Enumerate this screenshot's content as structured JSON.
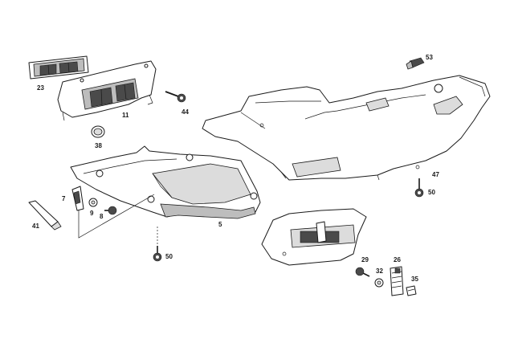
{
  "callouts": {
    "p23": "23",
    "p11": "11",
    "p44": "44",
    "p38": "38",
    "p53": "53",
    "p47": "47",
    "p50a": "50",
    "p7": "7",
    "p9": "9",
    "p8": "8",
    "p41": "41",
    "p5": "5",
    "p50b": "50",
    "p29": "29",
    "p26": "26",
    "p32": "32",
    "p35": "35"
  }
}
